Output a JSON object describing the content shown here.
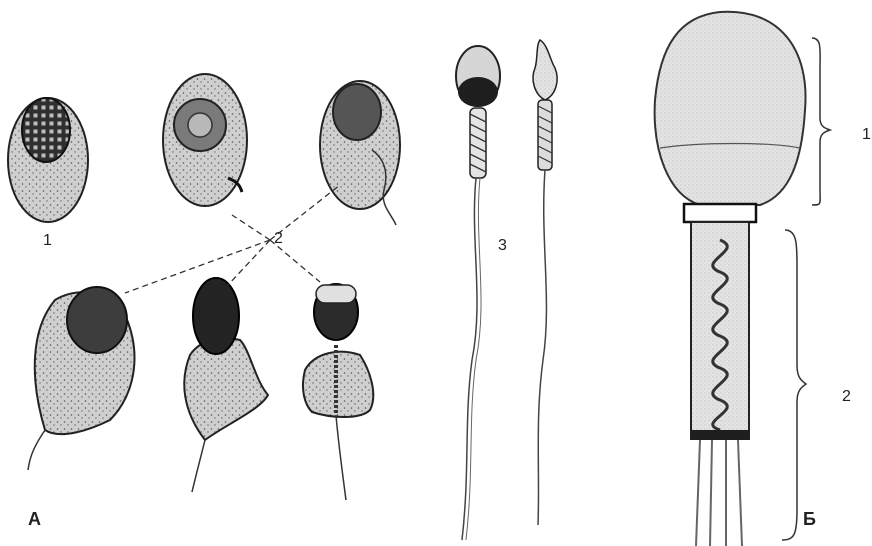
{
  "labels": {
    "stage1": "1",
    "stage2": "2",
    "stage3": "3",
    "head_part": "1",
    "tail_part": "2",
    "panel_a": "А",
    "panel_b": "Б"
  },
  "colors": {
    "cell_fill": "#cfcfcf",
    "dark_fill": "#2a2a2a",
    "ink": "#333333",
    "head_fill": "#e2e2e2"
  }
}
